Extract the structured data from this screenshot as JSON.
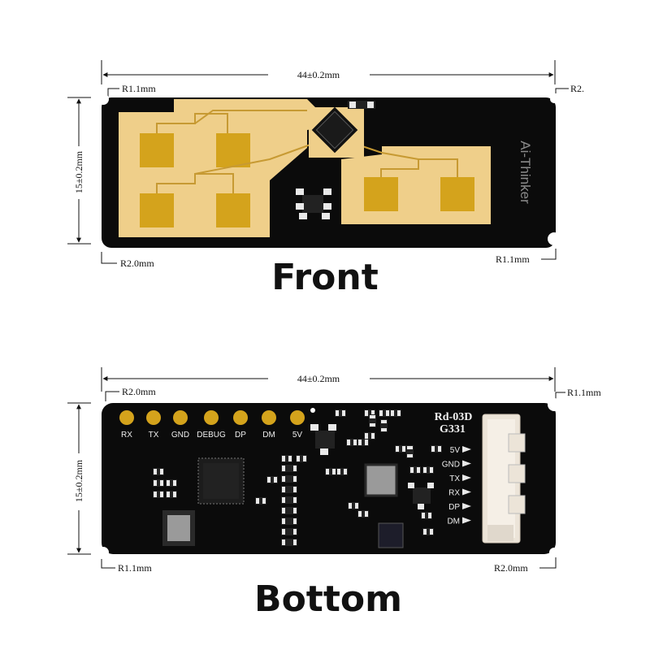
{
  "front": {
    "title": "Front",
    "width_label": "44±0.2mm",
    "height_label": "15±0.2mm",
    "corner_top_left": "R1.1mm",
    "corner_top_right": "R2.",
    "corner_bottom_left": "R2.0mm",
    "corner_bottom_right": "R1.1mm",
    "brand": "Ai-Thinker"
  },
  "bottom": {
    "title": "Bottom",
    "width_label": "44±0.2mm",
    "height_label": "15±0.2mm",
    "corner_top_left": "R2.0mm",
    "corner_top_right": "R1.1mm",
    "corner_bottom_left": "R1.1mm",
    "corner_bottom_right": "R2.0mm",
    "model": "Rd-03D",
    "revision": "G331",
    "top_pins": [
      "RX",
      "TX",
      "GND",
      "DEBUG",
      "DP",
      "DM",
      "5V"
    ],
    "connector_pins": [
      "5V",
      "GND",
      "TX",
      "RX",
      "DP",
      "DM"
    ]
  },
  "colors": {
    "pcb": "#0b0b0b",
    "gold": "#efcf8a",
    "pad": "#d4a31c",
    "trace": "#c79a33"
  }
}
